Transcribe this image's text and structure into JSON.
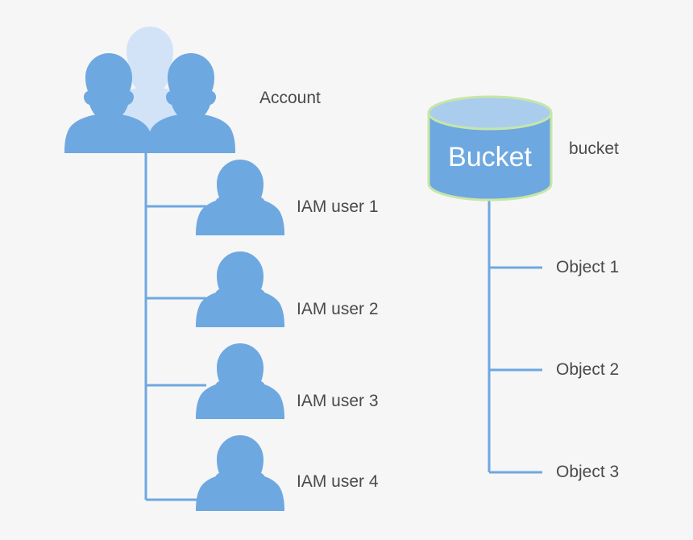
{
  "diagram": {
    "title": "AWS account IAM users and S3 bucket objects relationship",
    "background_color": "#f6f6f6",
    "accent_blue": "#6ea8e0",
    "light_blue": "#d2e3f8",
    "top_ellipse_blue": "#aacdee",
    "border_green": "#c6e6a8",
    "line_blue": "#6ea8e0",
    "text_color": "#4a4a4a",
    "bucket_text_color": "#ffffff"
  },
  "account": {
    "label": "Account",
    "icon": "group-of-people-icon"
  },
  "iam_users": [
    {
      "label": "IAM user 1",
      "icon": "person-icon"
    },
    {
      "label": "IAM user 2",
      "icon": "person-icon"
    },
    {
      "label": "IAM user 3",
      "icon": "person-icon"
    },
    {
      "label": "IAM user 4",
      "icon": "person-icon"
    }
  ],
  "bucket": {
    "inner_label": "Bucket",
    "label": "bucket",
    "icon": "cylinder-bucket-icon"
  },
  "objects": [
    {
      "label": "Object 1"
    },
    {
      "label": "Object 2"
    },
    {
      "label": "Object 3"
    }
  ]
}
